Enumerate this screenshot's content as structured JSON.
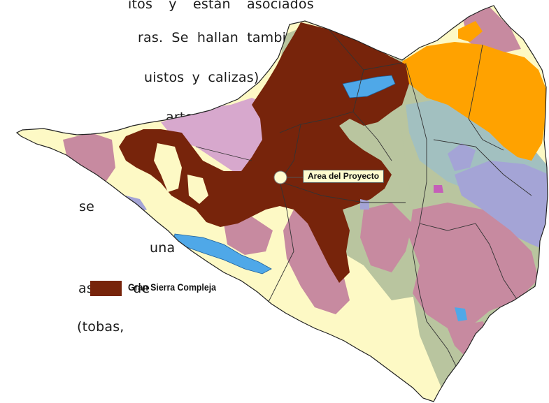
{
  "body_text": {
    "line1": "itos y están asociados",
    "line2": "ras. Se hallan también",
    "line3": "uistos y calizas)",
    "line4": "arte",
    "line5": "se",
    "line6": "una",
    "line7": "as de",
    "line8": "(tobas,"
  },
  "map": {
    "project_label": "Area del Proyecto",
    "legend": {
      "label": "Gran Sierra Compleja",
      "color": "#77240b"
    },
    "colors": {
      "outside": "#ffffff",
      "alluvial_yellow": "#fdf9c5",
      "mauve": "#c78aa0",
      "pink": "#d7a8cd",
      "sage": "#b9c59f",
      "teal": "#a2c0c0",
      "lavender": "#a4a4d6",
      "orange": "#ffa200",
      "dark_brown": "#77240b",
      "water_blue": "#4fa8e8",
      "borders": "#333333",
      "project_marker": "#fffccf"
    }
  }
}
